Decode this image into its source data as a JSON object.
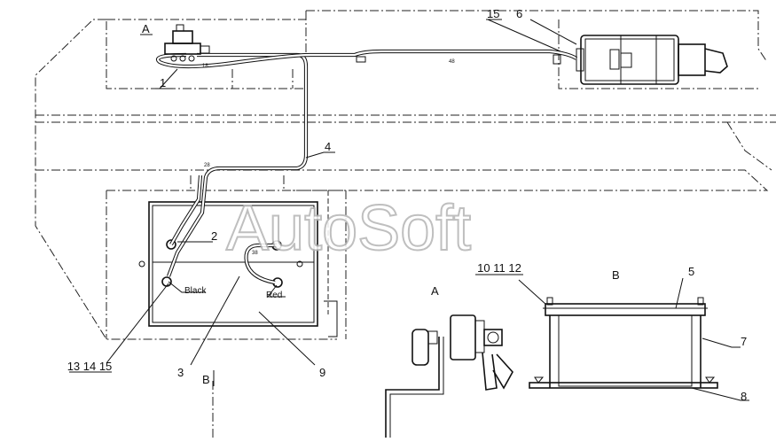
{
  "watermark": "AutoSoft",
  "views": {
    "detail_a_top": "A",
    "detail_a": "A",
    "detail_b": "B",
    "section_b": "B"
  },
  "callouts": {
    "c1": "1",
    "c2": "2",
    "c3": "3",
    "c4": "4",
    "c5": "5",
    "c6": "6",
    "c7": "7",
    "c8": "8",
    "c9": "9",
    "c15_top": "15",
    "c10_11_12": "10 11 12",
    "c13_14_15": "13 14 15"
  },
  "terminal_colors": {
    "black": "Black",
    "red": "Red"
  },
  "dimensions": {
    "d18": "18",
    "d48": "48",
    "d28": "28",
    "d38": "38"
  }
}
